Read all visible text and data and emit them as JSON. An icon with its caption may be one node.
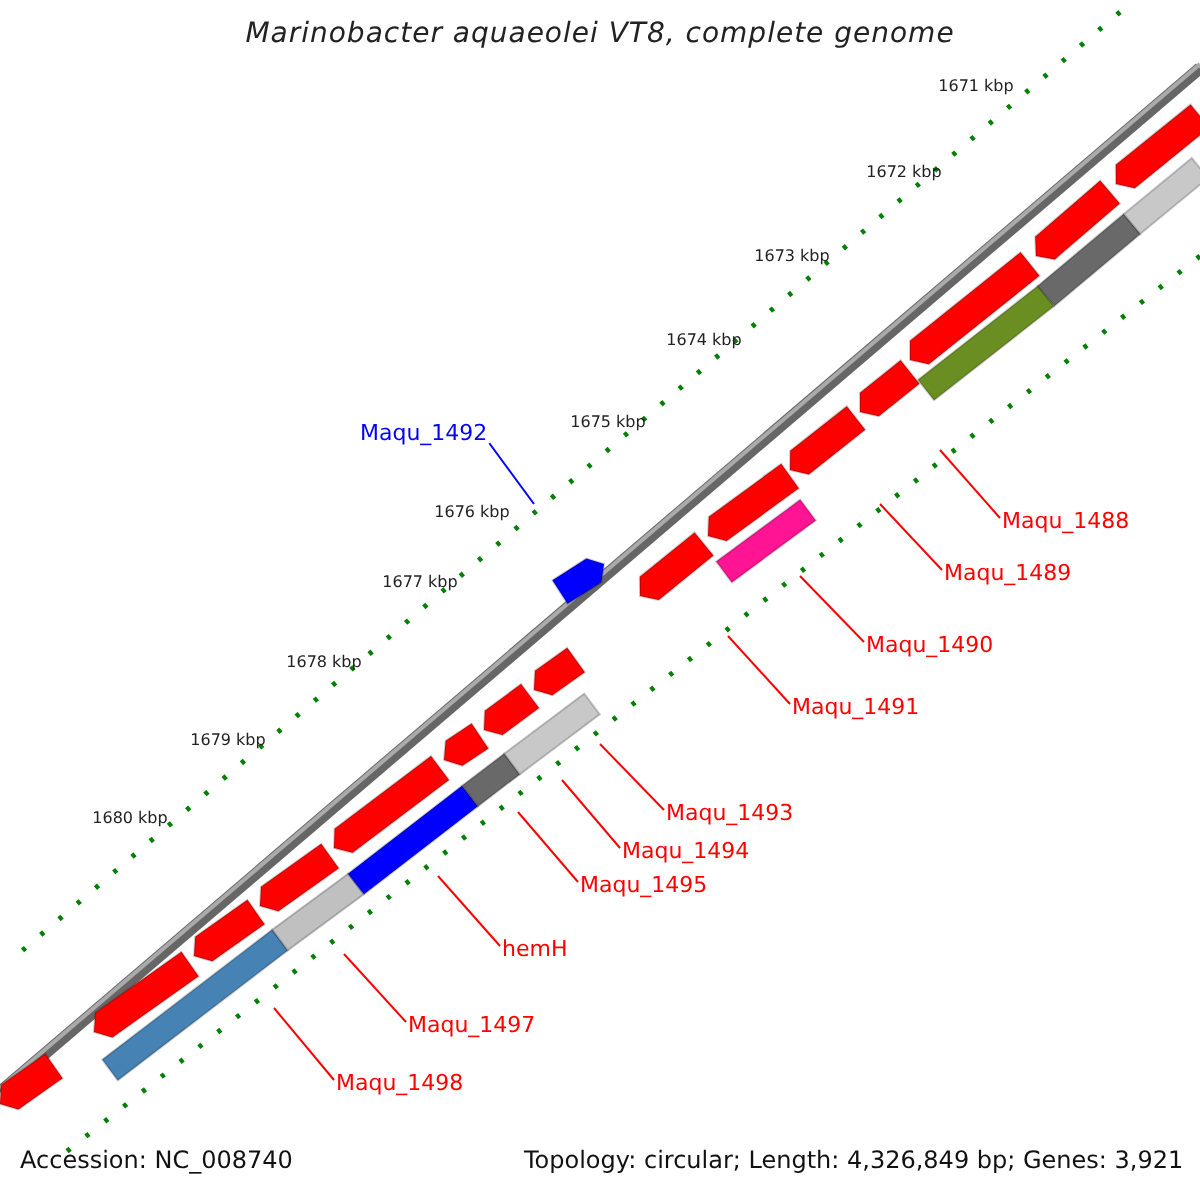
{
  "diagram": {
    "title": "Marinobacter aquaeolei VT8, complete genome",
    "nodes": [
      {
        "text": [
          "Maqu_1492"
        ]
      },
      {
        "text": [
          "Maqu_1488"
        ]
      },
      {
        "text": [
          "Maqu_1489"
        ]
      },
      {
        "text": [
          "Maqu_1490"
        ]
      },
      {
        "text": [
          "Maqu_1491"
        ]
      },
      {
        "text": [
          "Maqu_1493"
        ]
      },
      {
        "text": [
          "Maqu_1494"
        ]
      },
      {
        "text": [
          "Maqu_1495"
        ]
      },
      {
        "text": [
          "hemH"
        ]
      },
      {
        "text": [
          "Maqu_1497"
        ]
      },
      {
        "text": [
          "Maqu_1498"
        ]
      }
    ],
    "edges": [
      {
        "from": 0,
        "to": null,
        "arrow": "none",
        "color": "#0000ff"
      },
      {
        "from": 1,
        "to": null,
        "arrow": "none"
      },
      {
        "from": 2,
        "to": null,
        "arrow": "none"
      },
      {
        "from": 3,
        "to": null,
        "arrow": "none"
      },
      {
        "from": 4,
        "to": null,
        "arrow": "none"
      },
      {
        "from": 5,
        "to": null,
        "arrow": "none"
      },
      {
        "from": 6,
        "to": null,
        "arrow": "none"
      },
      {
        "from": 7,
        "to": null,
        "arrow": "none"
      },
      {
        "from": 8,
        "to": null,
        "arrow": "none"
      },
      {
        "from": 9,
        "to": null,
        "arrow": "none"
      },
      {
        "from": 10,
        "to": null,
        "arrow": "none"
      }
    ],
    "labels": [
      "1671 kbp",
      "1672 kbp",
      "1673 kbp",
      "1674 kbp",
      "1675 kbp",
      "1676 kbp",
      "1677 kbp",
      "1678 kbp",
      "1679 kbp",
      "1680 kbp",
      "Accession: NC_008740",
      "Topology: circular; Length: 4,326,849 bp; Genes: 3,921"
    ]
  }
}
